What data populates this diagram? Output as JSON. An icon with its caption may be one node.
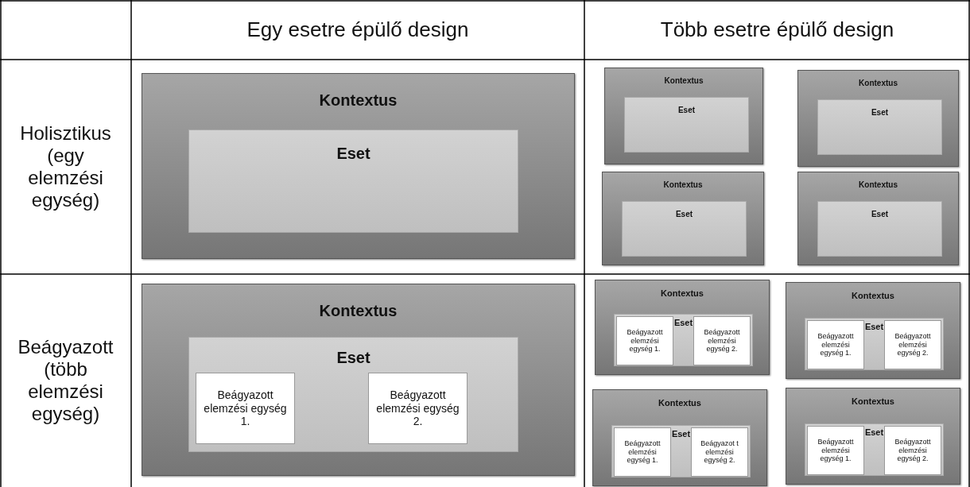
{
  "diagram": {
    "nodes": [
      {
        "text": [
          "Kontextus"
        ]
      },
      {
        "text": [
          "Eset"
        ],
        "in": 0
      },
      {
        "text": [
          "Kontextus"
        ]
      },
      {
        "text": [
          "Eset"
        ],
        "in": 2
      },
      {
        "text": [
          "Kontextus"
        ]
      },
      {
        "text": [
          "Eset"
        ],
        "in": 4
      },
      {
        "text": [
          "Kontextus"
        ]
      },
      {
        "text": [
          "Eset"
        ],
        "in": 6
      },
      {
        "text": [
          "Kontextus"
        ]
      },
      {
        "text": [
          "Eset"
        ],
        "in": 8
      },
      {
        "text": [
          "Kontextus"
        ]
      },
      {
        "text": [
          "Eset"
        ],
        "in": 10
      },
      {
        "text": [
          "Beágyazott elemzési egység 1."
        ],
        "in": 11
      },
      {
        "text": [
          "Beágyazott elemzési egység 2."
        ],
        "in": 11
      },
      {
        "text": [
          "Kontextus"
        ]
      },
      {
        "text": [
          "Eset"
        ],
        "in": 14
      },
      {
        "text": [
          "Beágyazott elemzési egység 1."
        ],
        "in": 15
      },
      {
        "text": [
          "Beágyazott elemzési egység 2."
        ],
        "in": 15
      },
      {
        "text": [
          "Kontextus"
        ]
      },
      {
        "text": [
          "Eset"
        ],
        "in": 18
      },
      {
        "text": [
          "Beágyazott elemzési egység 1."
        ],
        "in": 19
      },
      {
        "text": [
          "Beágyazott elemzési egység 2."
        ],
        "in": 19
      },
      {
        "text": [
          "Kontextus"
        ]
      },
      {
        "text": [
          "Eset"
        ],
        "in": 22
      },
      {
        "text": [
          "Beágyazott elemzési egység 1."
        ],
        "in": 23
      },
      {
        "text": [
          "Beágyazot t elemzési egység 2."
        ],
        "in": 23
      },
      {
        "text": [
          "Kontextus"
        ]
      },
      {
        "text": [
          "Eset"
        ],
        "in": 26
      },
      {
        "text": [
          "Beágyazott elemzési egység 1."
        ],
        "in": 27
      },
      {
        "text": [
          "Beágyazott elemzési egység 2."
        ],
        "in": 27
      }
    ],
    "labels": [
      "Egy esetre épülő design",
      "Több esetre épülő design",
      "Holisztikus (egy elemzési egység)",
      "Beágyazott (több elemzési egység)"
    ]
  }
}
